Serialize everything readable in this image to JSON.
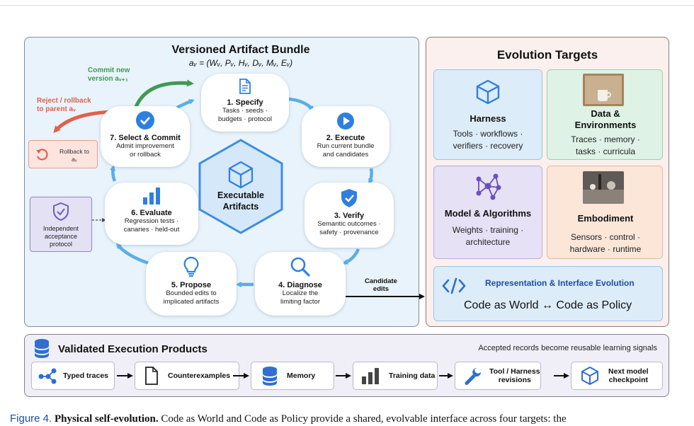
{
  "left_panel": {
    "title": "Versioned Artifact Bundle",
    "formula": "aᵥ = (Wᵥ, Pᵥ, Hᵥ, Dᵥ, Mᵥ, Eᵥ)",
    "center_label_line1": "Executable",
    "center_label_line2": "Artifacts",
    "commit_label_line1": "Commit new",
    "commit_label_line2": "version aᵥ₊₁",
    "reject_label_line1": "Reject / rollback",
    "reject_label_line2": "to parent aᵥ",
    "rollback_box_line1": "Rollback to",
    "rollback_box_line2": "aᵥ",
    "acceptance_line1": "Independent",
    "acceptance_line2": "acceptance",
    "acceptance_line3": "protocol",
    "candidate_line1": "Candidate",
    "candidate_line2": "edits",
    "steps": [
      {
        "title": "1. Specify",
        "line1": "Tasks · seeds ·",
        "line2": "budgets · protocol"
      },
      {
        "title": "2. Execute",
        "line1": "Run current bundle",
        "line2": "and candidates"
      },
      {
        "title": "3. Verify",
        "line1": "Semantic outcomes ·",
        "line2": "safety · provenance"
      },
      {
        "title": "4. Diagnose",
        "line1": "Localize the",
        "line2": "limiting factor"
      },
      {
        "title": "5. Propose",
        "line1": "Bounded edits to",
        "line2": "implicated artifacts"
      },
      {
        "title": "6. Evaluate",
        "line1": "Regression tests ·",
        "line2": "canaries · held-out"
      },
      {
        "title": "7. Select & Commit",
        "line1": "Admit improvement",
        "line2": "or rollback"
      }
    ]
  },
  "right_panel": {
    "title": "Evolution Targets",
    "targets": [
      {
        "title": "Harness",
        "line1": "Tools · workflows ·",
        "line2": "verifiers · recovery"
      },
      {
        "title": "Data & Environments",
        "title_line1": "Data &",
        "title_line2": "Environments",
        "line1": "Traces · memory ·",
        "line2": "tasks · curricula"
      },
      {
        "title": "Model & Algorithms",
        "line1": "Weights · training ·",
        "line2": "architecture"
      },
      {
        "title": "Embodiment",
        "line1": "Sensors · control ·",
        "line2": "hardware · runtime"
      }
    ],
    "representation_title": "Representation & Interface Evolution",
    "representation_body": "Code as World ↔ Code as Policy"
  },
  "bottom_panel": {
    "title": "Validated Execution Products",
    "note": "Accepted records become reusable learning signals",
    "products": [
      {
        "line1": "Typed traces",
        "line2": ""
      },
      {
        "line1": "Counterexamples",
        "line2": ""
      },
      {
        "line1": "Memory",
        "line2": ""
      },
      {
        "line1": "Training data",
        "line2": ""
      },
      {
        "line1": "Tool / Harness",
        "line2": "revisions"
      },
      {
        "line1": "Next model",
        "line2": "checkpoint"
      }
    ]
  },
  "caption": {
    "prefix": "Figure 4.",
    "bold": "Physical self-evolution.",
    "text": "Code as World and Code as Policy provide a shared, evolvable interface across four targets: the"
  },
  "colors": {
    "accent_blue": "#2f7fe0",
    "cycle_arrow": "#5aaee6",
    "commit_green": "#3f9a52",
    "reject_red": "#e2604a",
    "hexagon": "#d4e8fa",
    "panel_blue": "#e9f3fb",
    "panel_pink": "#fbf0ee",
    "panel_lavender": "#f0eff8"
  }
}
